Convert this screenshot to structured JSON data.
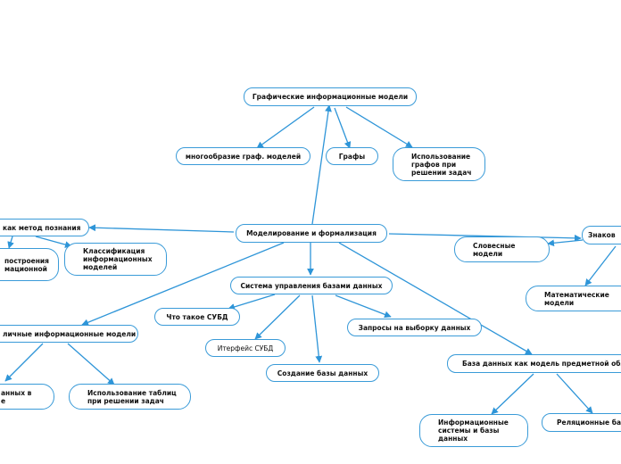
{
  "colors": {
    "line": "#2e95d8",
    "border": "#3a9bd8",
    "text": "#111111"
  },
  "nodes": {
    "root": "Графические информационные модели",
    "variety": "многообразие граф. моделей",
    "graphs": "Графы",
    "graphs_use": "Использование\nграфов при\nрешении задач",
    "modeling": "Моделирование и формализация",
    "cognition": "как метод познания",
    "build": "построения\nмационной\n",
    "classification": "Классификация\nинформационных\nмоделей",
    "sign": "Знаков",
    "verbal": "Словесные\nмодели",
    "math": "Математические\nмодели",
    "dbms": "Система управления базами данных",
    "what_dbms": "Что такое СУБД",
    "interface": "Итерфейс СУБД",
    "create_db": "Создание базы данных",
    "queries": "Запросы на выборку данных",
    "db_model": "База данных как модель предметной облас",
    "info_systems": "Информационные\nсистемы и базы\nданных",
    "relational": "Реляционные баз",
    "tabular": "личные информационные модели",
    "data_in": "анных в\nе",
    "tables_use": "Использование таблиц\nпри решении задач"
  }
}
